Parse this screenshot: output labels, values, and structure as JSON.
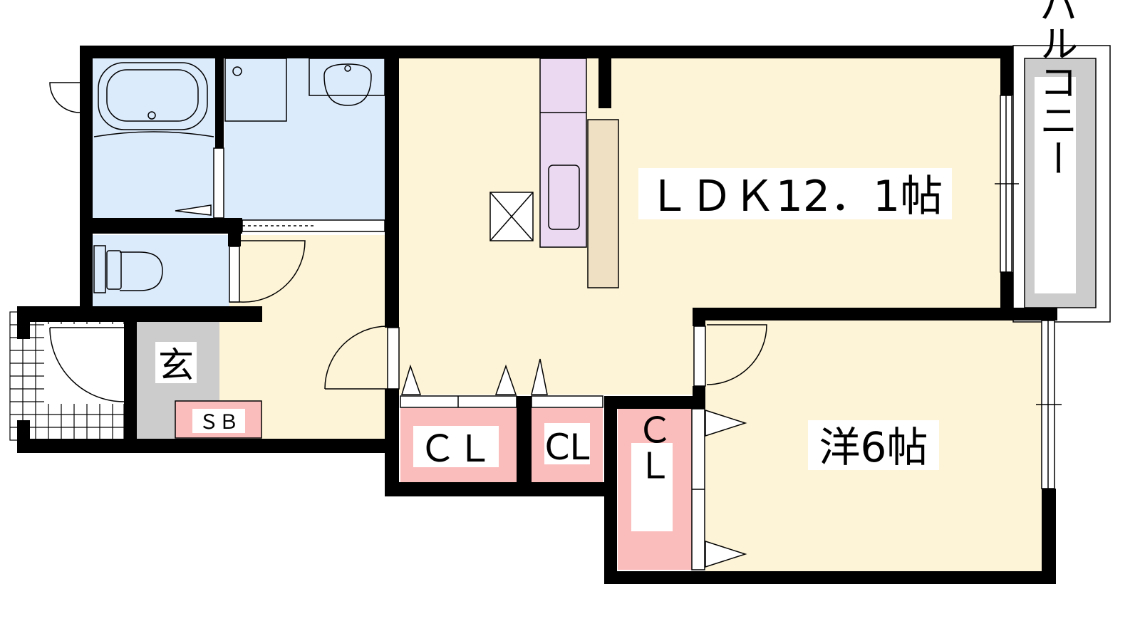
{
  "rooms": {
    "ldk": "ＬＤＫ12．1帖",
    "western": "洋6帖",
    "balcony": "バルコニー",
    "entrance": "玄",
    "shoe_box": "ＳＢ",
    "closet_1": "ＣＬ",
    "closet_2": "CL",
    "closet_3": "Ｃ\nＬ"
  },
  "colors": {
    "living": "#fdf3d6",
    "wet_area": "#dcebfc",
    "closet": "#fbbcbc",
    "kitchen": "#ead9f1",
    "counter": "#efdfc3",
    "genkan": "#cccccc",
    "balcony": "#cccccc",
    "wall": "#000000"
  }
}
